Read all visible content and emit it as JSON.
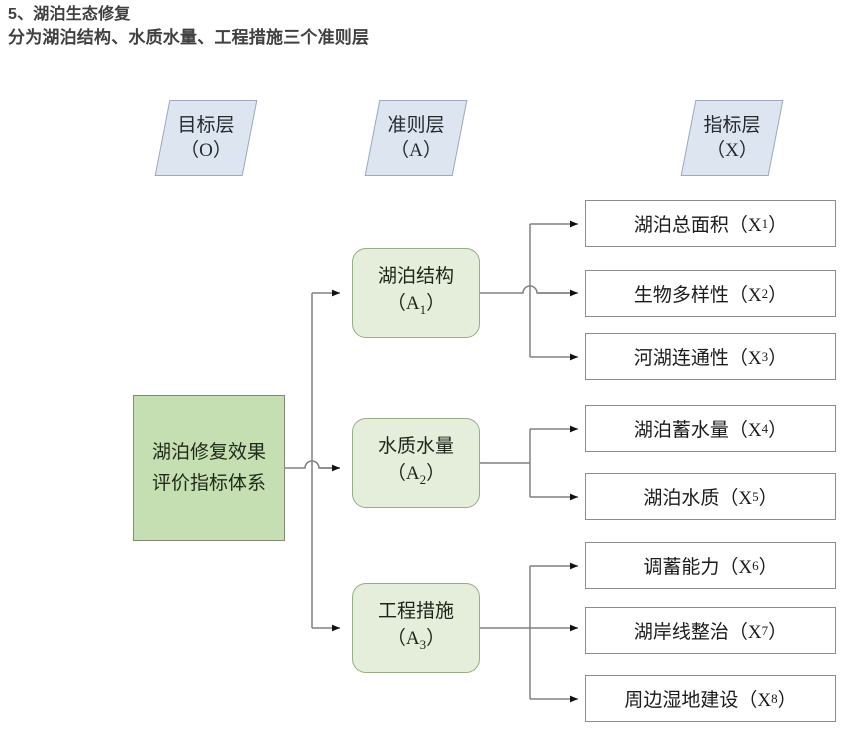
{
  "heading": {
    "line1": "5、湖泊生态修复",
    "line2": "分为湖泊结构、水质水量、工程措施三个准则层"
  },
  "layer_tags": [
    {
      "name": "goal-layer-tag",
      "title": "目标层",
      "code": "（O）"
    },
    {
      "name": "criterion-layer-tag",
      "title": "准则层",
      "code": "（A）"
    },
    {
      "name": "index-layer-tag",
      "title": "指标层",
      "code": "（X）"
    }
  ],
  "goal": {
    "label": "湖泊修复效果评价指标体系"
  },
  "criteria": [
    {
      "id": "A1",
      "title": "湖泊结构",
      "code": "（A",
      "sub": "1",
      "code_end": "）"
    },
    {
      "id": "A2",
      "title": "水质水量",
      "code": "（A",
      "sub": "2",
      "code_end": "）"
    },
    {
      "id": "A3",
      "title": "工程措施",
      "code": "（A",
      "sub": "3",
      "code_end": "）"
    }
  ],
  "indicators": [
    {
      "id": "X1",
      "parent": "A1",
      "title": "湖泊总面积",
      "space": " ",
      "open": "（X",
      "sub": "1",
      "close": "）"
    },
    {
      "id": "X2",
      "parent": "A1",
      "title": "生物多样性",
      "space": " ",
      "open": "（X",
      "sub": "2",
      "close": "）"
    },
    {
      "id": "X3",
      "parent": "A1",
      "title": "河湖连通性",
      "space": " ",
      "open": "（X",
      "sub": "3",
      "close": "）"
    },
    {
      "id": "X4",
      "parent": "A2",
      "title": "湖泊蓄水量",
      "space": " ",
      "open": "（X",
      "sub": "4",
      "close": "）"
    },
    {
      "id": "X5",
      "parent": "A2",
      "title": "湖泊水质",
      "space": " ",
      "open": "（X",
      "sub": "5",
      "close": "）"
    },
    {
      "id": "X6",
      "parent": "A3",
      "title": "调蓄能力",
      "space": " ",
      "open": "（X",
      "sub": "6",
      "close": "）"
    },
    {
      "id": "X7",
      "parent": "A3",
      "title": "湖岸线整治",
      "space": "",
      "open": "（X",
      "sub": "7",
      "close": "）"
    },
    {
      "id": "X8",
      "parent": "A3",
      "title": "周边湿地建设",
      "space": "",
      "open": "（X",
      "sub": "8",
      "close": "）"
    }
  ],
  "colors": {
    "goal_fill": "#c5dfb3",
    "goal_border": "#7e8c74",
    "criterion_fill": "#e4eedb",
    "criterion_border": "#97ad86",
    "indicator_fill": "#ffffff",
    "indicator_border": "#8c8c8c",
    "layer_tag_fill": "#dde5f0",
    "layer_tag_border": "#9aa9bd",
    "connector": "#808080",
    "heading_text": "#404040"
  },
  "connectors": {
    "style": "orthogonal-with-line-hop",
    "arrowhead": "filled-triangle"
  }
}
